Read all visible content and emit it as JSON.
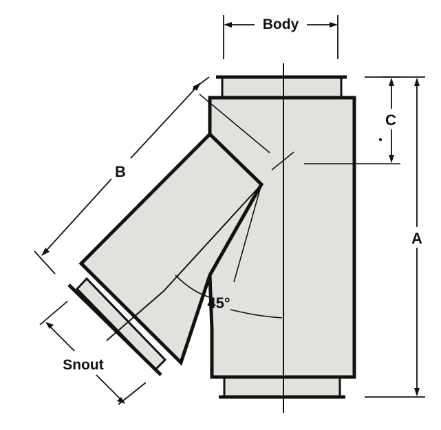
{
  "labels": {
    "body": "Body",
    "a": "A",
    "b": "B",
    "c": "C",
    "snout": "Snout",
    "angle": "45°"
  },
  "colors": {
    "fill": "#e2e1de",
    "stroke": "#111111",
    "background": "#ffffff"
  }
}
